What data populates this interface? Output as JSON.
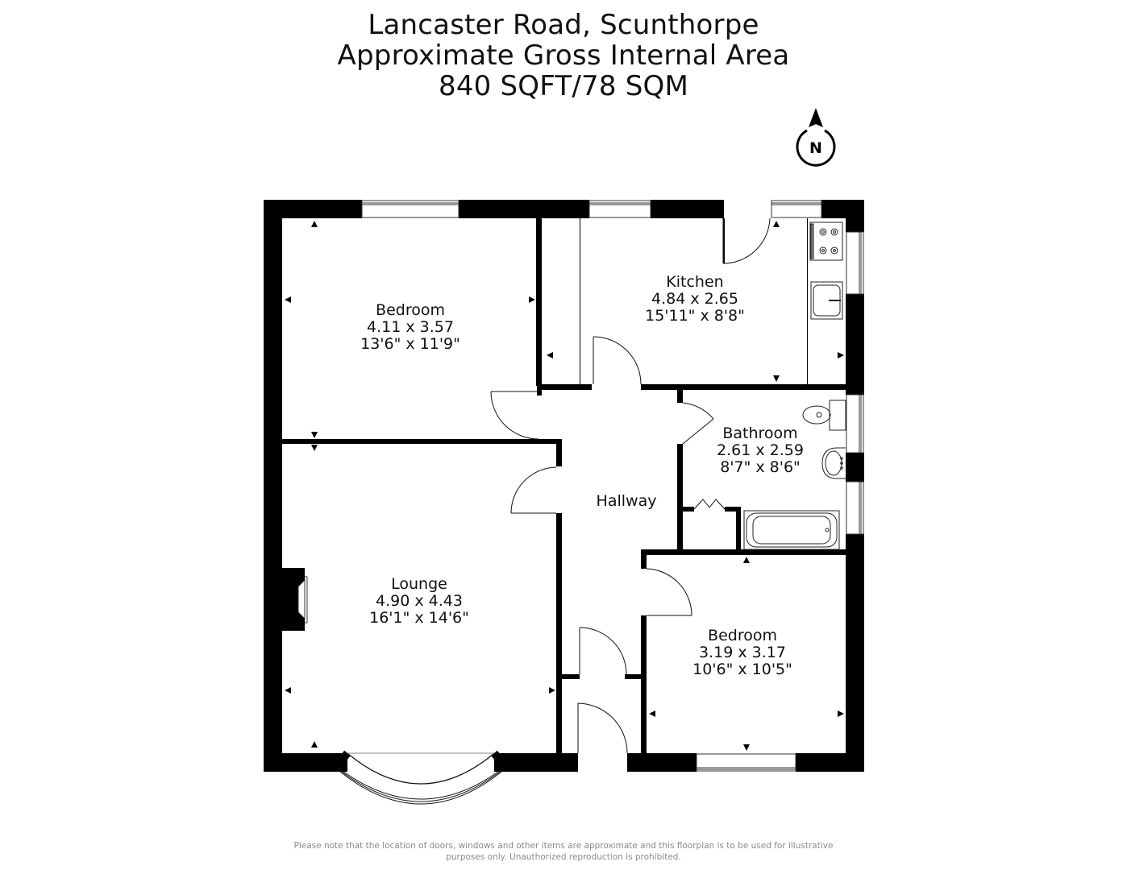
{
  "header": {
    "address": "Lancaster Road, Scunthorpe",
    "area_label": "Approximate Gross Internal Area",
    "area_value": "840 SQFT/78 SQM"
  },
  "compass": {
    "icon": "north-arrow-icon",
    "letter": "N"
  },
  "rooms": [
    {
      "name": "Bedroom",
      "metric": "4.11 x 3.57",
      "imperial": "13'6\" x 11'9\""
    },
    {
      "name": "Kitchen",
      "metric": "4.84 x 2.65",
      "imperial": "15'11\" x 8'8\""
    },
    {
      "name": "Bathroom",
      "metric": "2.61 x 2.59",
      "imperial": "8'7\" x 8'6\""
    },
    {
      "name": "Hallway"
    },
    {
      "name": "Lounge",
      "metric": "4.90 x 4.43",
      "imperial": "16'1\" x 14'6\""
    },
    {
      "name": "Bedroom",
      "metric": "3.19 x 3.17",
      "imperial": "10'6\" x 10'5\""
    }
  ],
  "fixtures": [
    "hob-icon",
    "sink-icon",
    "toilet-icon",
    "basin-icon",
    "bath-icon",
    "fireplace-icon",
    "bay-window-icon"
  ],
  "colors": {
    "wall": "#000000",
    "line": "#1a1a1a",
    "disclaimer": "#8a8a8a"
  },
  "footer": {
    "disclaimer_line1": "Please note that the location of doors, windows and other items are approximate and this floorplan is to be used for illustrative",
    "disclaimer_line2": "purposes only. Unauthorized reproduction is prohibited."
  }
}
